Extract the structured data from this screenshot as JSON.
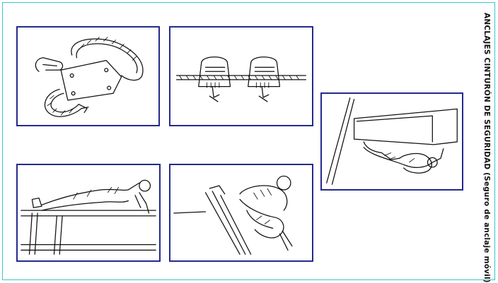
{
  "document": {
    "title": "ANCLAJES CINTURÓN DE SEGURIDAD (Seguro de anclaje móvil)"
  },
  "colors": {
    "sheet_border": "#37c6cc",
    "panel_border": "#242a8c",
    "ink": "#111111"
  },
  "illustrations": [
    {
      "id": "rope-lanyard-with-hook"
    },
    {
      "id": "rope-grab-devices-on-line"
    },
    {
      "id": "worker-anchored-under-overhang"
    },
    {
      "id": "worker-prone-on-beam"
    },
    {
      "id": "worker-crouching-at-edge"
    }
  ]
}
